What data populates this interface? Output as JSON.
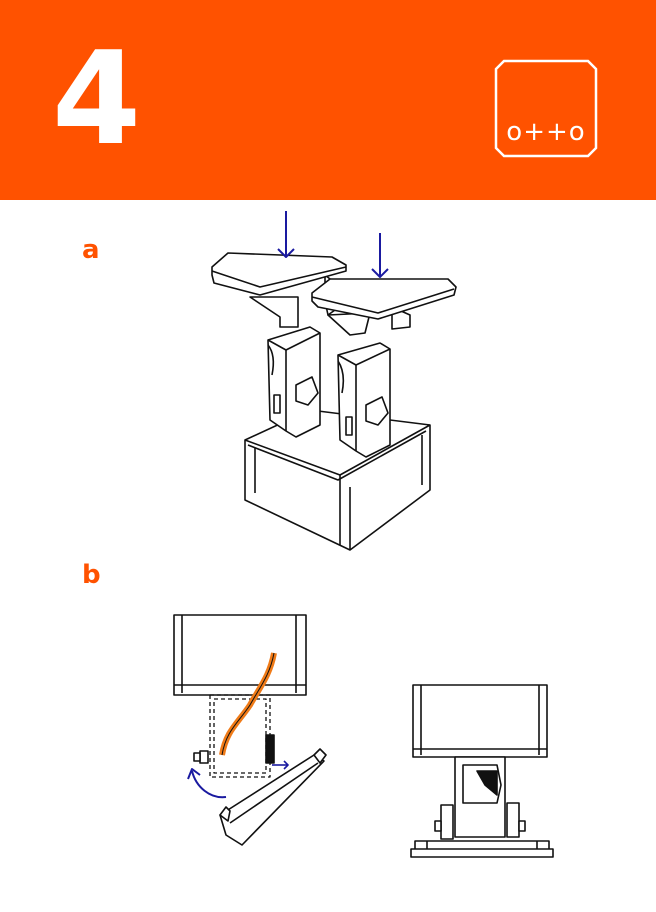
{
  "header": {
    "step_number": "4",
    "background_color": "#ff5200",
    "logo_text": "o++o"
  },
  "sections": [
    {
      "label": "a"
    },
    {
      "label": "b"
    }
  ],
  "colors": {
    "accent": "#ff5200",
    "arrow": "#1a1aa0",
    "line": "#111111",
    "wire": "#f07b18"
  },
  "icons": [
    "down-arrow-icon",
    "rotate-arrow-icon",
    "push-arrow-icon"
  ]
}
